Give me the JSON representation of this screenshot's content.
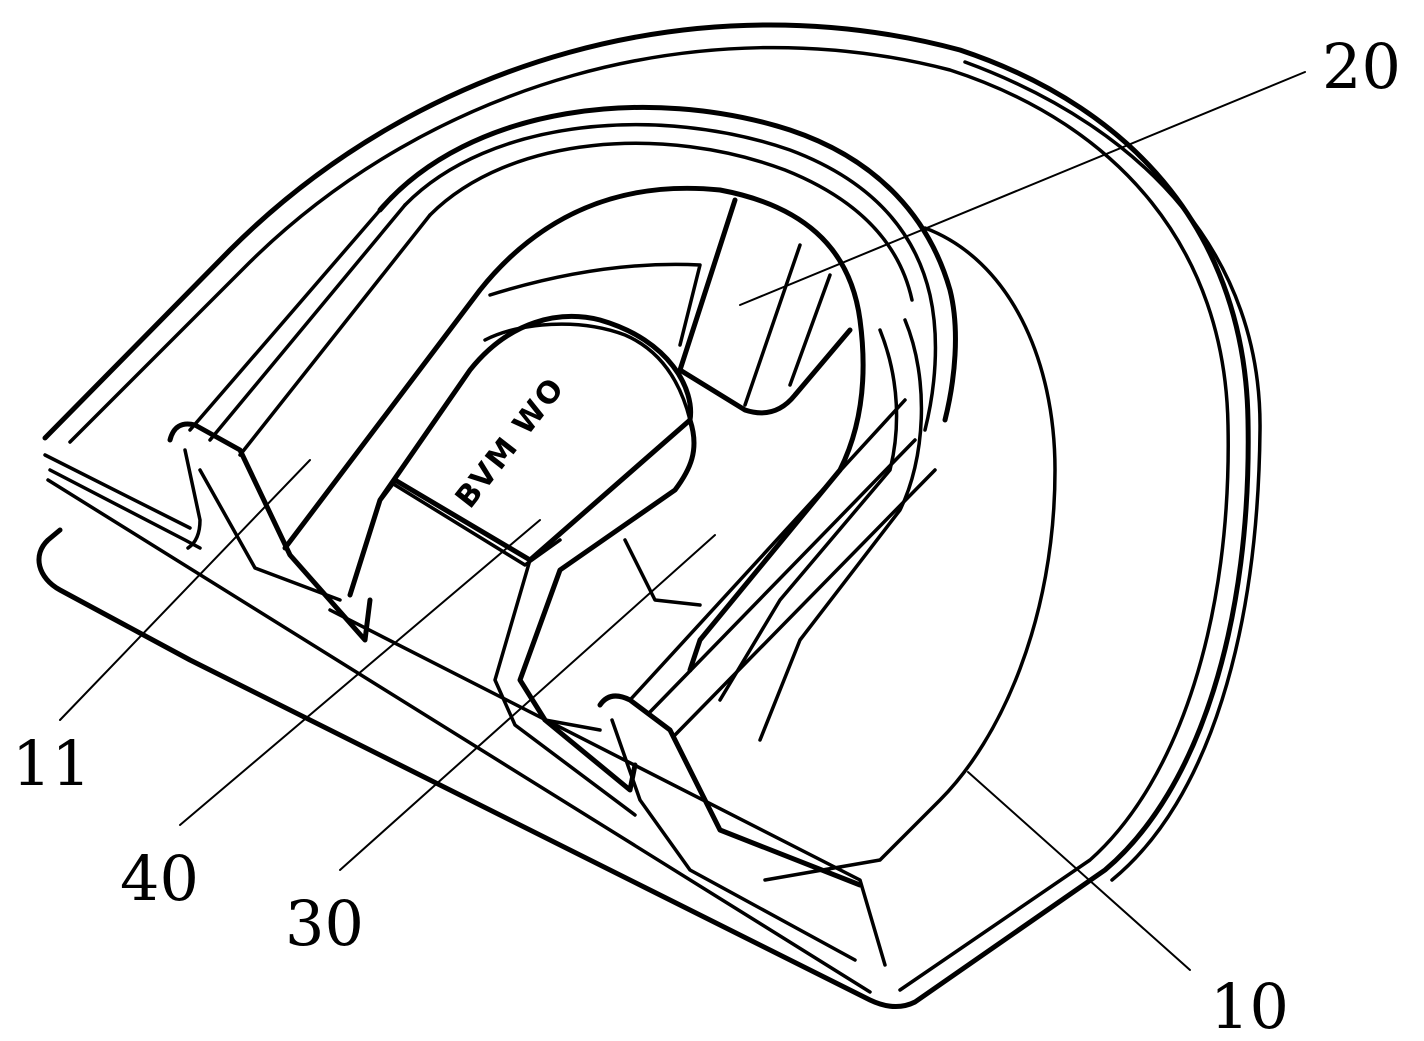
{
  "diagram": {
    "reference_numerals": {
      "housing": "10",
      "groove": "11",
      "slot": "20",
      "rib": "30",
      "insert": "40"
    },
    "insert_marking": "BVM WO"
  }
}
